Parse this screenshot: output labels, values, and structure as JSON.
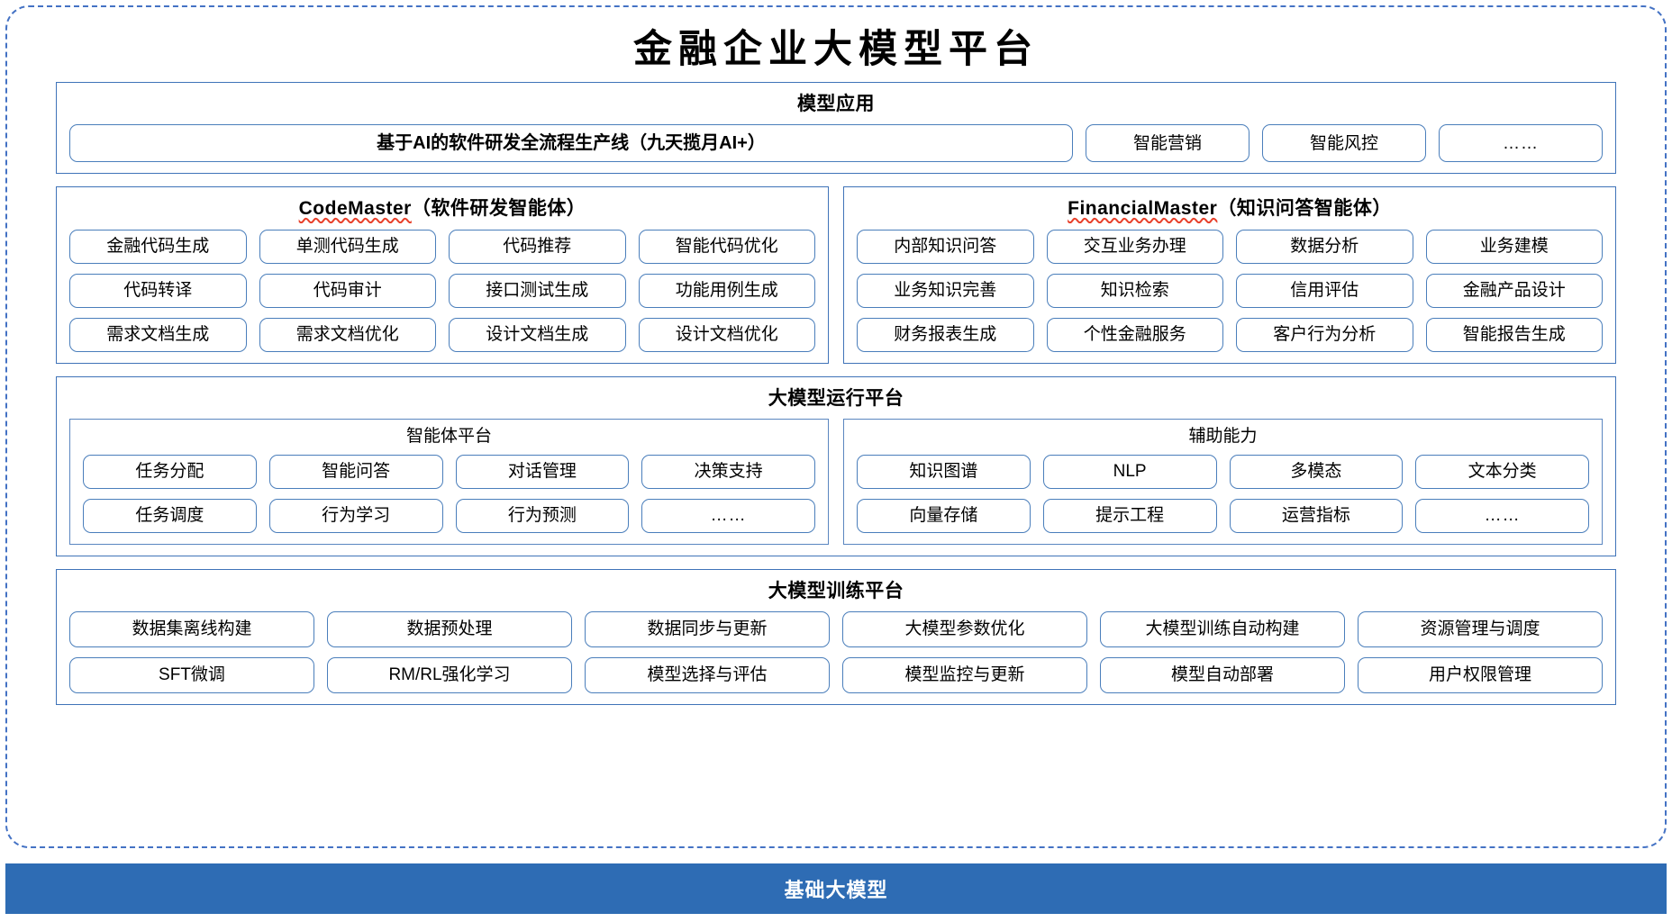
{
  "title": "金融企业大模型平台",
  "colors": {
    "frame_dashed": "#4472c4",
    "panel_border": "#3f73b8",
    "chip_border": "#4a7ebb",
    "base_bar_bg": "#2e6cb4",
    "spellcheck_red": "#e8402a",
    "text": "#000000"
  },
  "sections": {
    "model_application": {
      "title": "模型应用",
      "primary": "基于AI的软件研发全流程生产线（九天揽月AI+）",
      "chips": [
        "智能营销",
        "智能风控",
        "……"
      ]
    },
    "code_master": {
      "name": "CodeMaster",
      "suffix": "（软件研发智能体）",
      "items": [
        "金融代码生成",
        "单测代码生成",
        "代码推荐",
        "智能代码优化",
        "代码转译",
        "代码审计",
        "接口测试生成",
        "功能用例生成",
        "需求文档生成",
        "需求文档优化",
        "设计文档生成",
        "设计文档优化"
      ]
    },
    "financial_master": {
      "name": "FinancialMaster",
      "suffix": "（知识问答智能体）",
      "items": [
        "内部知识问答",
        "交互业务办理",
        "数据分析",
        "业务建模",
        "业务知识完善",
        "知识检索",
        "信用评估",
        "金融产品设计",
        "财务报表生成",
        "个性金融服务",
        "客户行为分析",
        "智能报告生成"
      ]
    },
    "runtime_platform": {
      "title": "大模型运行平台",
      "agent_platform": {
        "title": "智能体平台",
        "items": [
          "任务分配",
          "智能问答",
          "对话管理",
          "决策支持",
          "任务调度",
          "行为学习",
          "行为预测",
          "……"
        ]
      },
      "auxiliary": {
        "title": "辅助能力",
        "items": [
          "知识图谱",
          "NLP",
          "多模态",
          "文本分类",
          "向量存储",
          "提示工程",
          "运营指标",
          "……"
        ]
      }
    },
    "training_platform": {
      "title": "大模型训练平台",
      "items": [
        "数据集离线构建",
        "数据预处理",
        "数据同步与更新",
        "大模型参数优化",
        "大模型训练自动构建",
        "资源管理与调度",
        "SFT微调",
        "RM/RL强化学习",
        "模型选择与评估",
        "模型监控与更新",
        "模型自动部署",
        "用户权限管理"
      ]
    },
    "base_model": {
      "label": "基础大模型"
    }
  }
}
